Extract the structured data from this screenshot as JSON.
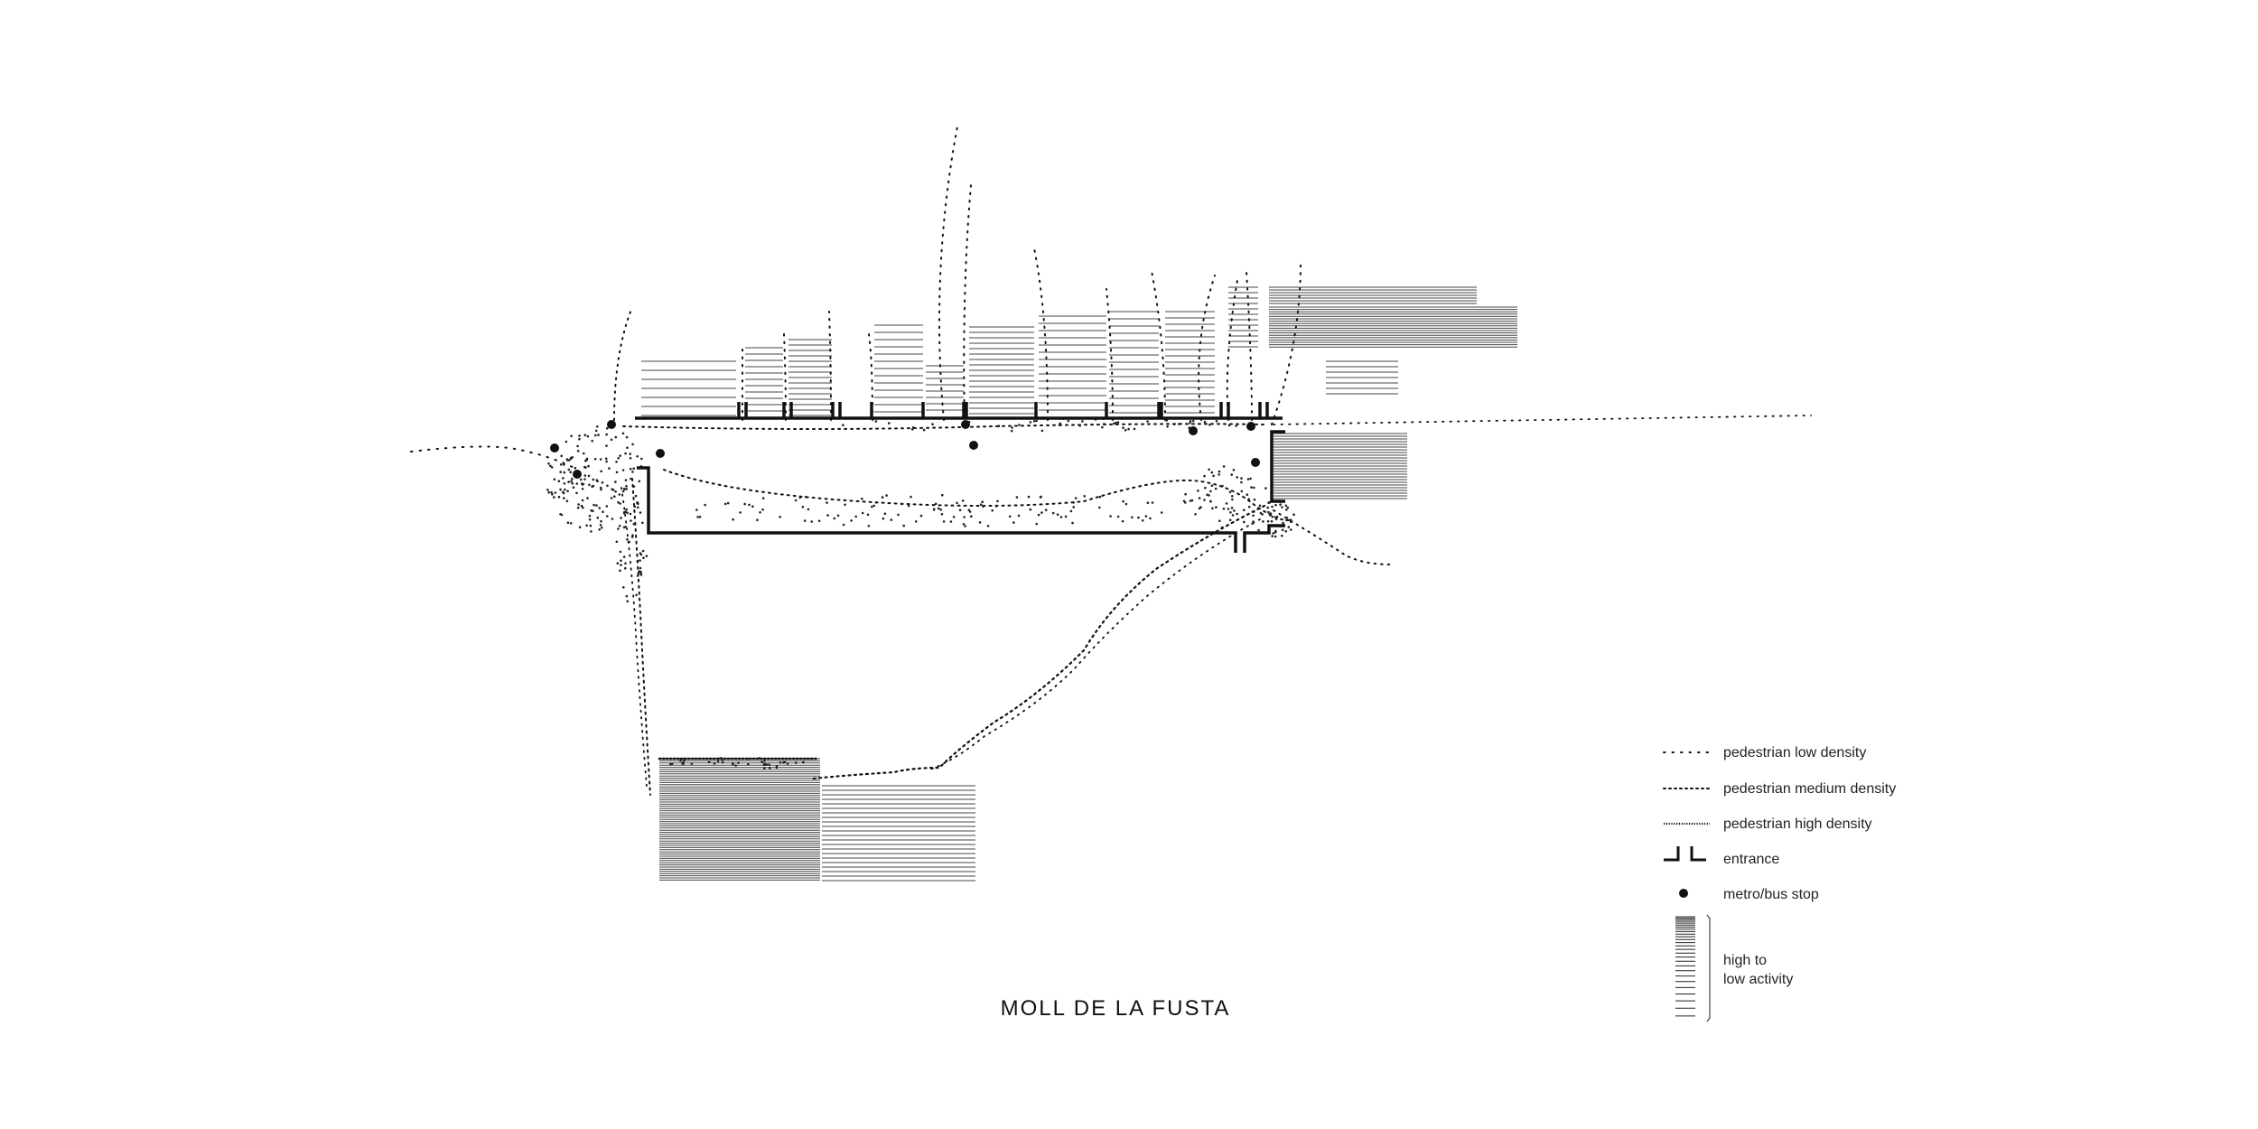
{
  "title": "MOLL DE LA FUSTA",
  "legend": {
    "low_density": "pedestrian low density",
    "medium_density": "pedestrian medium density",
    "high_density": "pedestrian high density",
    "entrance": "entrance",
    "stop": "metro/bus stop",
    "activity_line1": "high to",
    "activity_line2": "low activity"
  },
  "colors": {
    "ink": "#111111",
    "hatch": "#444444",
    "background": "#ffffff"
  }
}
